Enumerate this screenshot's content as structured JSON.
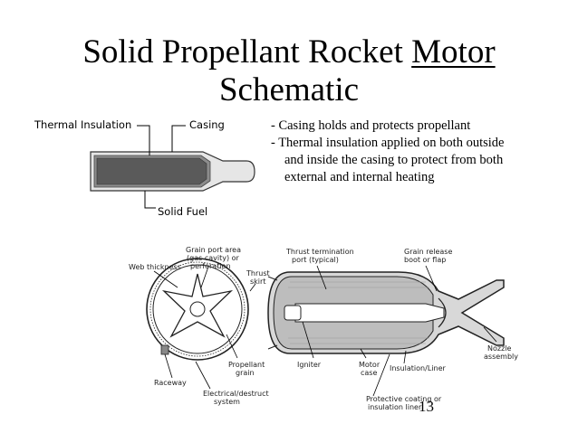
{
  "slide": {
    "title_line1_prefix": "Solid Propellant Rocket ",
    "title_line1_underlined": "Motor",
    "title_line2": "Schematic",
    "page_number": "13"
  },
  "top_diagram": {
    "label_thermal_insulation": "Thermal Insulation",
    "label_casing": "Casing",
    "label_solid_fuel": "Solid Fuel"
  },
  "bullets": [
    "- Casing holds and protects propellant",
    "- Thermal insulation applied on both outside",
    "and inside the casing to protect from both",
    "external and internal heating"
  ],
  "bottom_diagram": {
    "labels": {
      "grain_port_area_1": "Grain port area",
      "grain_port_area_2": "(gas cavity) or",
      "grain_port_area_3": "perforation",
      "web_thickness": "Web thickness",
      "thrust_skirt_1": "Thrust",
      "thrust_skirt_2": "skirt",
      "thrust_termination_1": "Thrust termination",
      "thrust_termination_2": "port (typical)",
      "grain_release_1": "Grain release",
      "grain_release_2": "boot or flap",
      "nozzle_1": "Nozzle",
      "nozzle_2": "assembly",
      "propellant_grain_1": "Propellant",
      "propellant_grain_2": "grain",
      "igniter": "Igniter",
      "motor_case_1": "Motor",
      "motor_case_2": "case",
      "insulation_liner": "Insulation/Liner",
      "raceway": "Raceway",
      "electrical_1": "Electrical/destruct",
      "electrical_2": "system",
      "protective_1": "Protective coating or",
      "protective_2": "insulation liner"
    }
  }
}
